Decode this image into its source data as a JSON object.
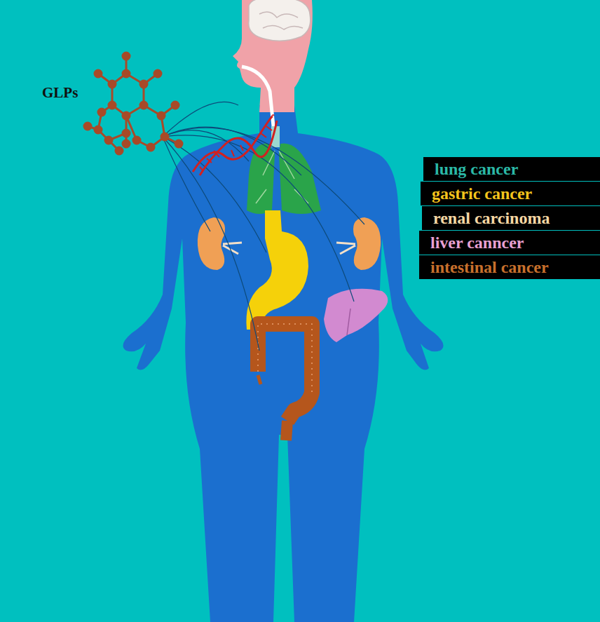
{
  "diagram": {
    "nodes": [
      {
        "text": [
          "lung cancer"
        ]
      },
      {
        "text": [
          "gastric cancer"
        ]
      },
      {
        "text": [
          "renal carcinoma"
        ]
      },
      {
        "text": [
          "liver canncer"
        ]
      },
      {
        "text": [
          "intestinal cancer"
        ]
      }
    ],
    "labels": [
      "GLPs"
    ]
  }
}
